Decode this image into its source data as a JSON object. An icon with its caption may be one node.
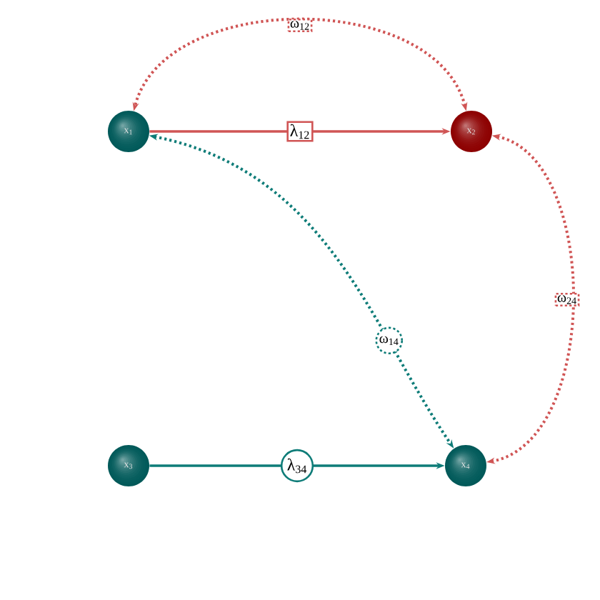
{
  "diagram": {
    "nodes": [
      {
        "text": [
          "x$_{1}$"
        ]
      },
      {
        "text": [
          "x$_{2}$"
        ]
      },
      {
        "text": [
          "x$_{3}$"
        ]
      },
      {
        "text": [
          "x$_{4}$"
        ]
      }
    ],
    "edges": [
      {
        "from": 0,
        "to": 1,
        "arrow": "to",
        "label": "λ$_{12}$",
        "color": "#d05555"
      },
      {
        "from": 1,
        "to": 0,
        "arrow": "both",
        "label": "ω$_{12}$",
        "style": "dashed",
        "color": "#d05555"
      },
      {
        "from": 0,
        "to": 3,
        "arrow": "both",
        "label": "ω$_{14}$",
        "style": "dashed",
        "color": "#0e7c78"
      },
      {
        "from": 2,
        "to": 3,
        "arrow": "to",
        "label": "λ$_{34}$",
        "color": "#0e7c78"
      },
      {
        "from": 1,
        "to": 3,
        "arrow": "both",
        "label": "ω$_{24}$",
        "style": "dashed",
        "color": "#d05555"
      }
    ]
  }
}
